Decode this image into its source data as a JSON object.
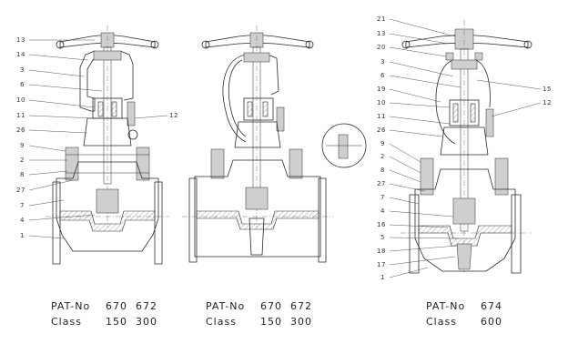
{
  "views": [
    {
      "id": "left",
      "callouts": [
        "13",
        "14",
        "3",
        "6",
        "10",
        "11",
        "26",
        "9",
        "2",
        "8",
        "27",
        "7",
        "4",
        "1",
        "12"
      ],
      "caption": {
        "pat_label": "PAT-No",
        "pat_numbers": "670  672",
        "class_label": "Class",
        "class_values": "150  300"
      }
    },
    {
      "id": "middle",
      "callouts": [],
      "caption": {
        "pat_label": "PAT-No",
        "pat_numbers": "670  672",
        "class_label": "Class",
        "class_values": "150  300"
      }
    },
    {
      "id": "right",
      "callouts": [
        "21",
        "13",
        "20",
        "3",
        "6",
        "19",
        "10",
        "11",
        "26",
        "9",
        "2",
        "8",
        "27",
        "7",
        "4",
        "16",
        "5",
        "18",
        "17",
        "1",
        "15",
        "12"
      ],
      "caption": {
        "pat_label": "PAT-No",
        "pat_numbers": "674",
        "class_label": "Class",
        "class_values": "600"
      }
    }
  ]
}
